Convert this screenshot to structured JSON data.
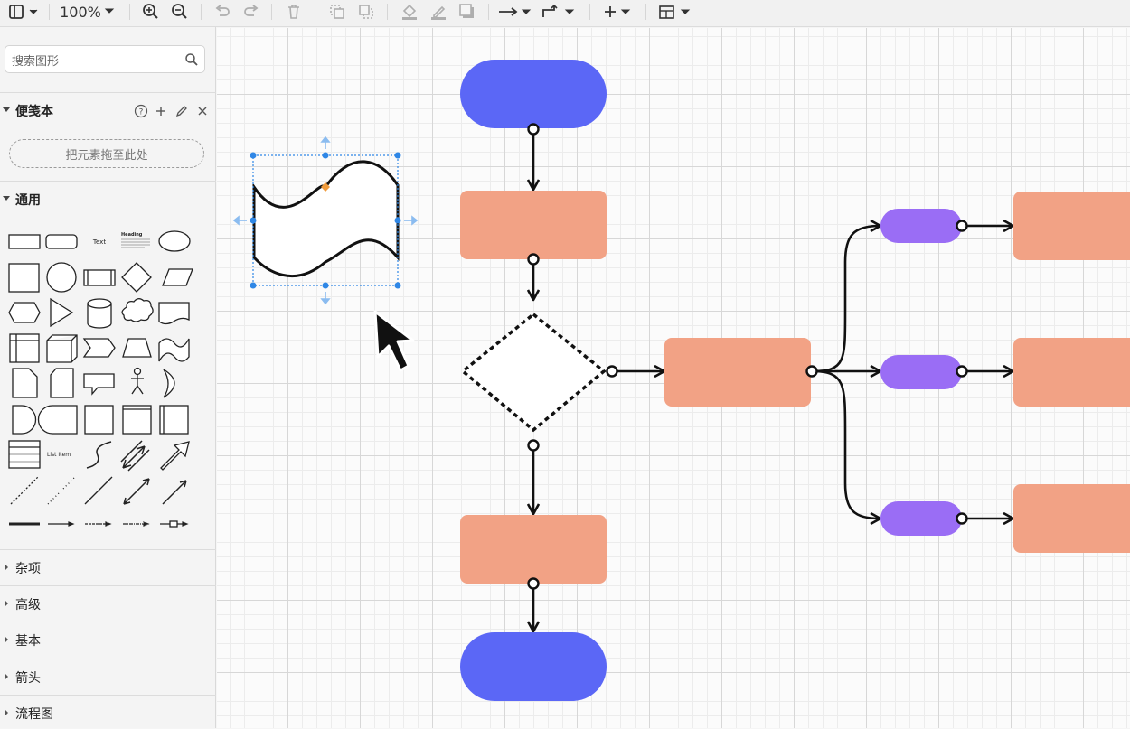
{
  "toolbar": {
    "zoom": "100%",
    "items": [
      "sidebar-toggle",
      "zoom-in",
      "zoom-out",
      "undo",
      "redo",
      "delete",
      "to-front",
      "to-back",
      "fill-color",
      "line-color",
      "shadow",
      "connection-style",
      "waypoints",
      "insert",
      "table"
    ]
  },
  "sidebar": {
    "search_placeholder": "搜索图形",
    "scratchpad": {
      "title": "便笺本",
      "drop_hint": "把元素拖至此处"
    },
    "sections": {
      "general": "通用",
      "misc": "杂项",
      "advanced": "高级",
      "basic": "基本",
      "arrows": "箭头",
      "flowchart": "流程图"
    },
    "shape_labels": {
      "text": "Text",
      "heading": "Heading",
      "list_item": "List Item"
    }
  },
  "colors": {
    "terminal": "#5b67f6",
    "process": "#f2a285",
    "sub_process": "#9a6df5",
    "selection": "#2f87e6",
    "handle": "#f09b3c"
  }
}
